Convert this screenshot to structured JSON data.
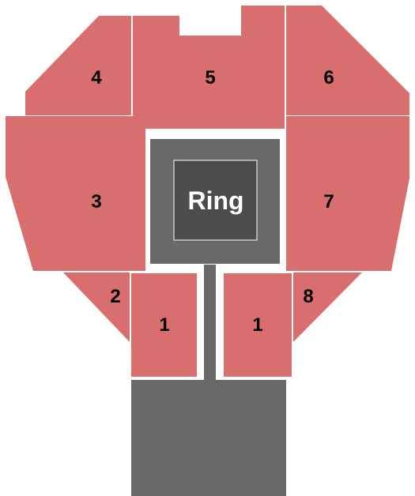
{
  "colors": {
    "section_fill": "#d86e6e",
    "floor_fill": "#696969",
    "ring_fill": "#4c4c4c",
    "ring_border": "#ffffff",
    "background": "#ffffff"
  },
  "sections": {
    "s1_left": "1",
    "s1_right": "1",
    "s2": "2",
    "s3": "3",
    "s4": "4",
    "s5": "5",
    "s6": "6",
    "s7": "7",
    "s8": "8"
  },
  "ring": {
    "label": "Ring"
  }
}
